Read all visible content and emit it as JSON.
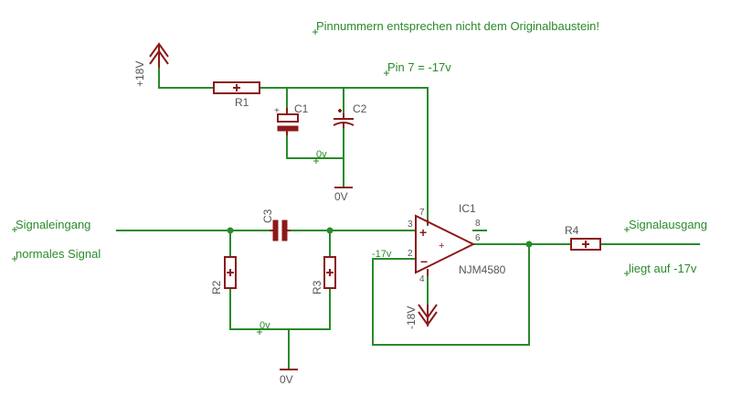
{
  "notes": {
    "pin_note": "Pinnummern entsprechen nicht dem Originalbaustein!",
    "pin7_note": "Pin 7 = -17v",
    "input_label": "Signaleingang",
    "input_sub": "normales Signal",
    "output_label": "Signalausgang",
    "output_sub": "liegt auf -17v"
  },
  "supplies": {
    "pos": "+18V",
    "neg": "-18V",
    "neg17": "-17v",
    "gnd1": "0V",
    "gnd2": "0V",
    "gnd_net1": "0v",
    "gnd_net2": "0v"
  },
  "parts": {
    "r1": "R1",
    "r2": "R2",
    "r3": "R3",
    "r4": "R4",
    "c1": "C1",
    "c2": "C2",
    "c3": "C3",
    "ic": "IC1",
    "ic_type": "NJM4580"
  },
  "pins": {
    "p3": "3",
    "p2": "2",
    "p7": "7",
    "p4": "4",
    "p8": "8",
    "p6": "6"
  },
  "colors": {
    "wire": "#2a8a2a",
    "component": "#8b1a1a",
    "label": "#555555"
  }
}
